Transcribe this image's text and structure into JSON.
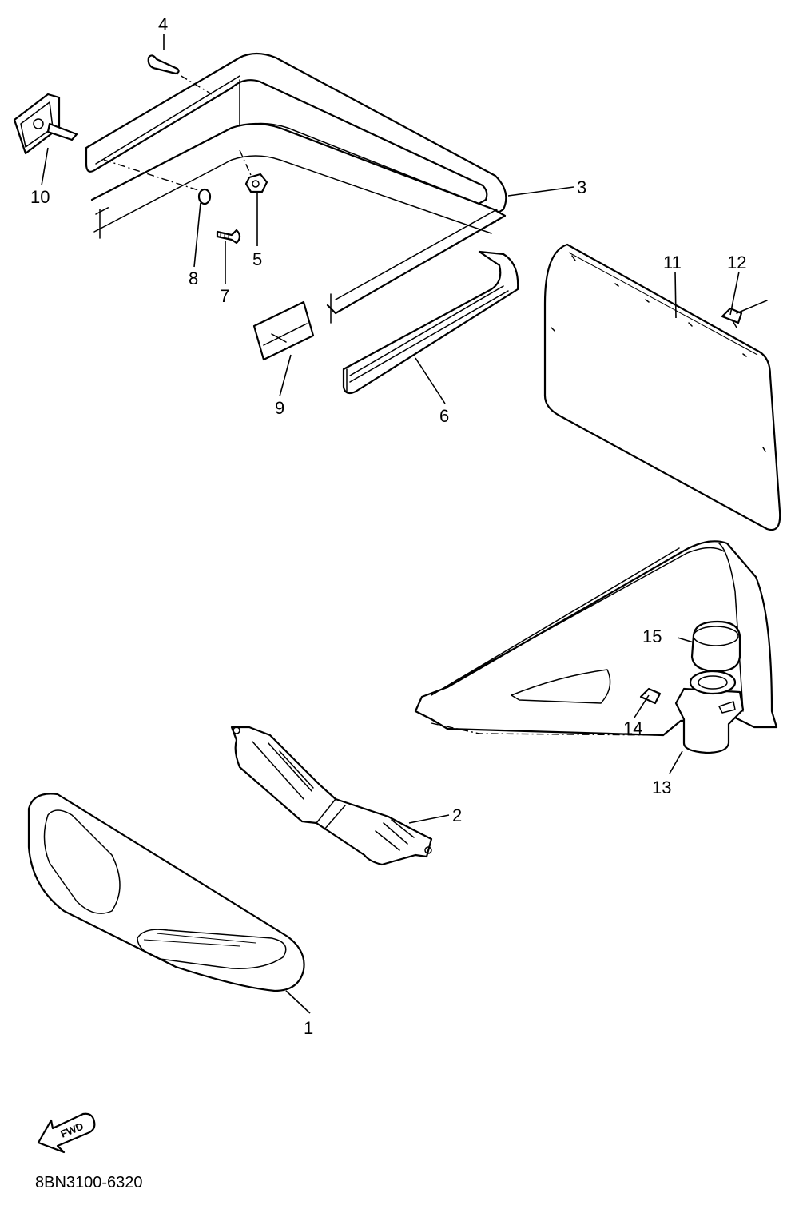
{
  "callouts": {
    "p1": "1",
    "p2": "2",
    "p3": "3",
    "p4": "4",
    "p5": "5",
    "p6": "6",
    "p7": "7",
    "p8": "8",
    "p9": "9",
    "p10": "10",
    "p11": "11",
    "p12": "12",
    "p13": "13",
    "p14": "14",
    "p15": "15"
  },
  "fwd_label": "FWD",
  "diagram_code": "8BN3100-6320",
  "colors": {
    "ink": "#000000",
    "paper": "#ffffff"
  }
}
